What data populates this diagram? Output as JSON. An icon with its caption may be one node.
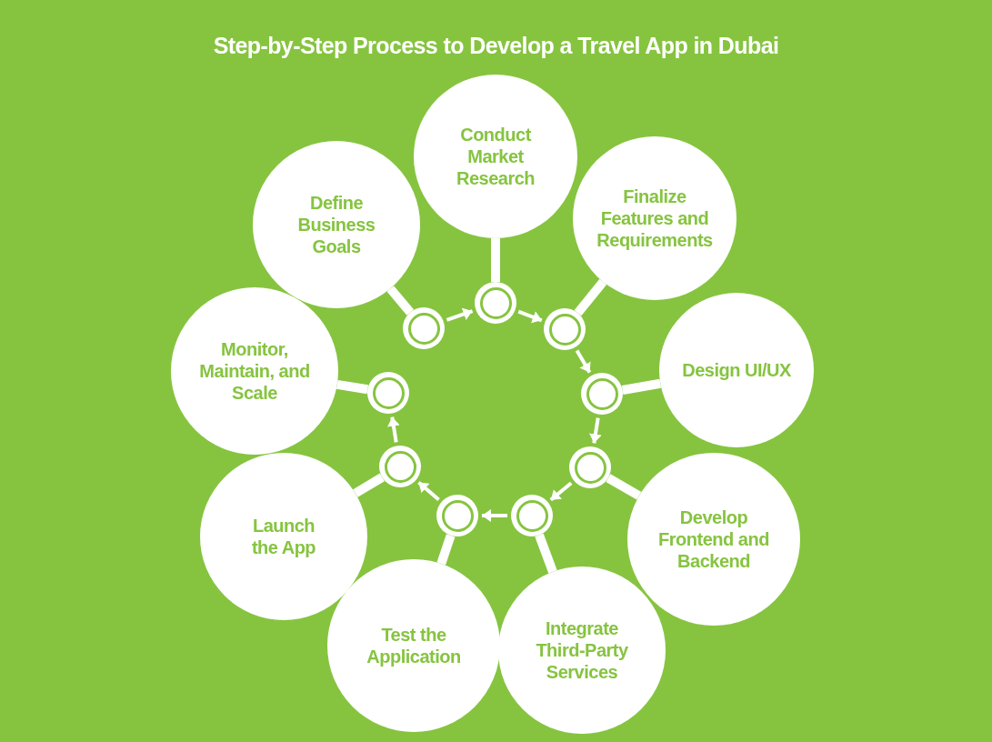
{
  "diagram": {
    "title": "Step-by-Step Process to Develop a Travel App in Dubai",
    "nodes": [
      {
        "text": [
          "Define Business Goals"
        ]
      },
      {
        "text": [
          "Conduct Market Research"
        ]
      },
      {
        "text": [
          "Finalize Features and Requirements"
        ]
      },
      {
        "text": [
          "Design UI/UX"
        ]
      },
      {
        "text": [
          "Develop Frontend and Backend"
        ]
      },
      {
        "text": [
          "Integrate Third-Party Services"
        ]
      },
      {
        "text": [
          "Test the Application"
        ]
      },
      {
        "text": [
          "Launch the App"
        ]
      },
      {
        "text": [
          "Monitor, Maintain, and Scale"
        ]
      },
      {
        "text": [],
        "shape": "circle"
      },
      {
        "text": [],
        "shape": "circle"
      },
      {
        "text": [],
        "shape": "circle"
      },
      {
        "text": [],
        "shape": "circle"
      },
      {
        "text": [],
        "shape": "circle"
      },
      {
        "text": [],
        "shape": "circle"
      },
      {
        "text": [],
        "shape": "circle"
      },
      {
        "text": [],
        "shape": "circle"
      },
      {
        "text": [],
        "shape": "circle"
      }
    ],
    "edges": [
      {
        "from": 0,
        "to": 9,
        "arrow": "none"
      },
      {
        "from": 1,
        "to": 10,
        "arrow": "none"
      },
      {
        "from": 2,
        "to": 11,
        "arrow": "none"
      },
      {
        "from": 3,
        "to": 12,
        "arrow": "none"
      },
      {
        "from": 4,
        "to": 13,
        "arrow": "none"
      },
      {
        "from": 5,
        "to": 14,
        "arrow": "none"
      },
      {
        "from": 6,
        "to": 15,
        "arrow": "none"
      },
      {
        "from": 7,
        "to": 16,
        "arrow": "none"
      },
      {
        "from": 8,
        "to": 17,
        "arrow": "none"
      },
      {
        "from": 9,
        "to": 10,
        "arrow": "to"
      },
      {
        "from": 10,
        "to": 11,
        "arrow": "to"
      },
      {
        "from": 11,
        "to": 12,
        "arrow": "to"
      },
      {
        "from": 12,
        "to": 13,
        "arrow": "to"
      },
      {
        "from": 13,
        "to": 14,
        "arrow": "to"
      },
      {
        "from": 14,
        "to": 15,
        "arrow": "to"
      },
      {
        "from": 15,
        "to": 16,
        "arrow": "to"
      },
      {
        "from": 16,
        "to": 17,
        "arrow": "to"
      }
    ]
  }
}
